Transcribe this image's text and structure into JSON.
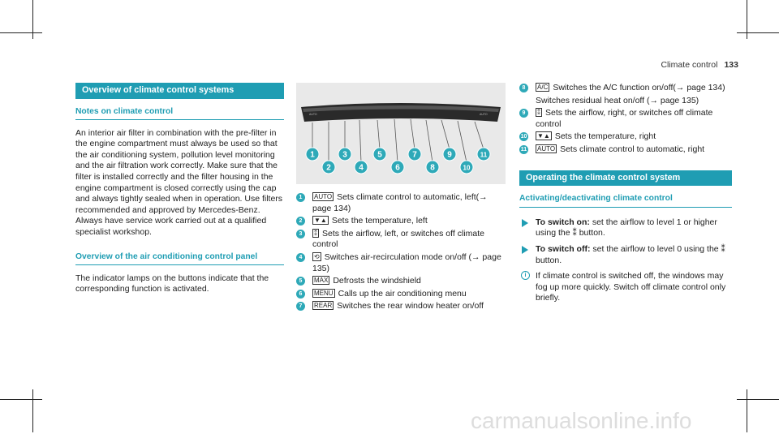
{
  "header": {
    "section": "Climate control",
    "page_number": "133"
  },
  "left": {
    "bar_title": "Overview of climate control systems",
    "sub1": "Notes on climate control",
    "para1": "An interior air filter in combination with the pre-filter in the engine compartment must always be used so that the air conditioning system, pollution level monitoring and the air filtration work correctly. Make sure that the filter is installed correctly and the filter housing in the engine compartment is closed correctly using the cap and always tightly sealed when in operation. Use filters recommended and approved by Mercedes-Benz. Always have service work carried out at a qualified specialist workshop.",
    "sub2": "Overview of the air conditioning control panel",
    "para2": "The indicator lamps on the buttons indicate that the corresponding function is activated."
  },
  "figure": {
    "callouts": [
      "1",
      "2",
      "3",
      "4",
      "5",
      "6",
      "7",
      "8",
      "9",
      "10",
      "11"
    ],
    "panel_labels": [
      "AUTO",
      "AUTO"
    ]
  },
  "middle_items": [
    {
      "n": "1",
      "icon": "AUTO",
      "text": "Sets climate control to automatic, left(→ page 134)"
    },
    {
      "n": "2",
      "icon": "▼▲",
      "text": "Sets the temperature, left"
    },
    {
      "n": "3",
      "icon": "⁑",
      "text": "Sets the airflow, left, or switches off climate control"
    },
    {
      "n": "4",
      "icon": "⟲",
      "text": "Switches air-recirculation mode on/off (→ page 135)"
    },
    {
      "n": "5",
      "icon": "MAX",
      "text": "Defrosts the windshield"
    },
    {
      "n": "6",
      "icon": "MENU",
      "text": "Calls up the air conditioning menu"
    },
    {
      "n": "7",
      "icon": "REAR",
      "text": "Switches the rear window heater on/off"
    }
  ],
  "right_items": [
    {
      "n": "8",
      "icon": "A/C",
      "text": "Switches the A/C function on/off(→ page 134)"
    },
    {
      "n": "8b",
      "icon": "",
      "text": "Switches residual heat on/off (→ page 135)"
    },
    {
      "n": "9",
      "icon": "⁑",
      "text": "Sets the airflow, right, or switches off climate control"
    },
    {
      "n": "10",
      "icon": "▼▲",
      "text": "Sets the temperature, right"
    },
    {
      "n": "11",
      "icon": "AUTO",
      "text": "Sets climate control to automatic, right"
    }
  ],
  "right": {
    "bar_title": "Operating the climate control system",
    "sub": "Activating/deactivating climate control",
    "step1_label": "To switch on:",
    "step1_text": "set the airflow to level 1 or higher using the ⁑ button.",
    "step2_label": "To switch off:",
    "step2_text": "set the airflow to level 0 using the ⁑ button.",
    "note": "If climate control is switched off, the windows may fog up more quickly. Switch off climate control only briefly."
  },
  "watermark": "carmanualsonline.info"
}
